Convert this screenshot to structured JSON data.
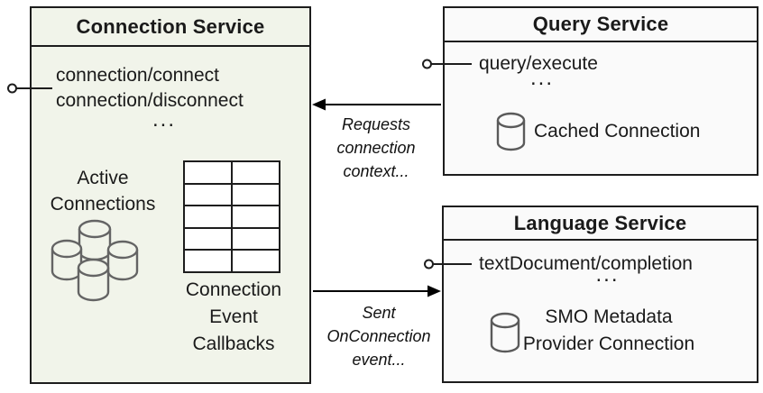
{
  "connection_service": {
    "title": "Connection Service",
    "methods": [
      "connection/connect",
      "connection/disconnect"
    ],
    "ellipsis": "...",
    "active_connections_lines": [
      "Active",
      "Connections"
    ],
    "callbacks_lines": [
      "Connection",
      "Event",
      "Callbacks"
    ]
  },
  "query_service": {
    "title": "Query Service",
    "methods": [
      "query/execute"
    ],
    "ellipsis": "...",
    "cached_connection_label": "Cached Connection"
  },
  "language_service": {
    "title": "Language Service",
    "methods": [
      "textDocument/completion"
    ],
    "ellipsis": "...",
    "connection_label_lines": [
      "SMO Metadata",
      "Provider Connection"
    ]
  },
  "arrows": {
    "requests": {
      "label_lines": [
        "Requests",
        "connection",
        "context..."
      ]
    },
    "sent": {
      "label_lines": [
        "Sent",
        "OnConnection",
        "event..."
      ]
    }
  },
  "colors": {
    "connection_box_fill": "#f1f4ea",
    "service_box_fill": "#fafafa",
    "border": "#1d1d1d",
    "cylinder_stroke": "#646464",
    "arrow": "#000000"
  }
}
